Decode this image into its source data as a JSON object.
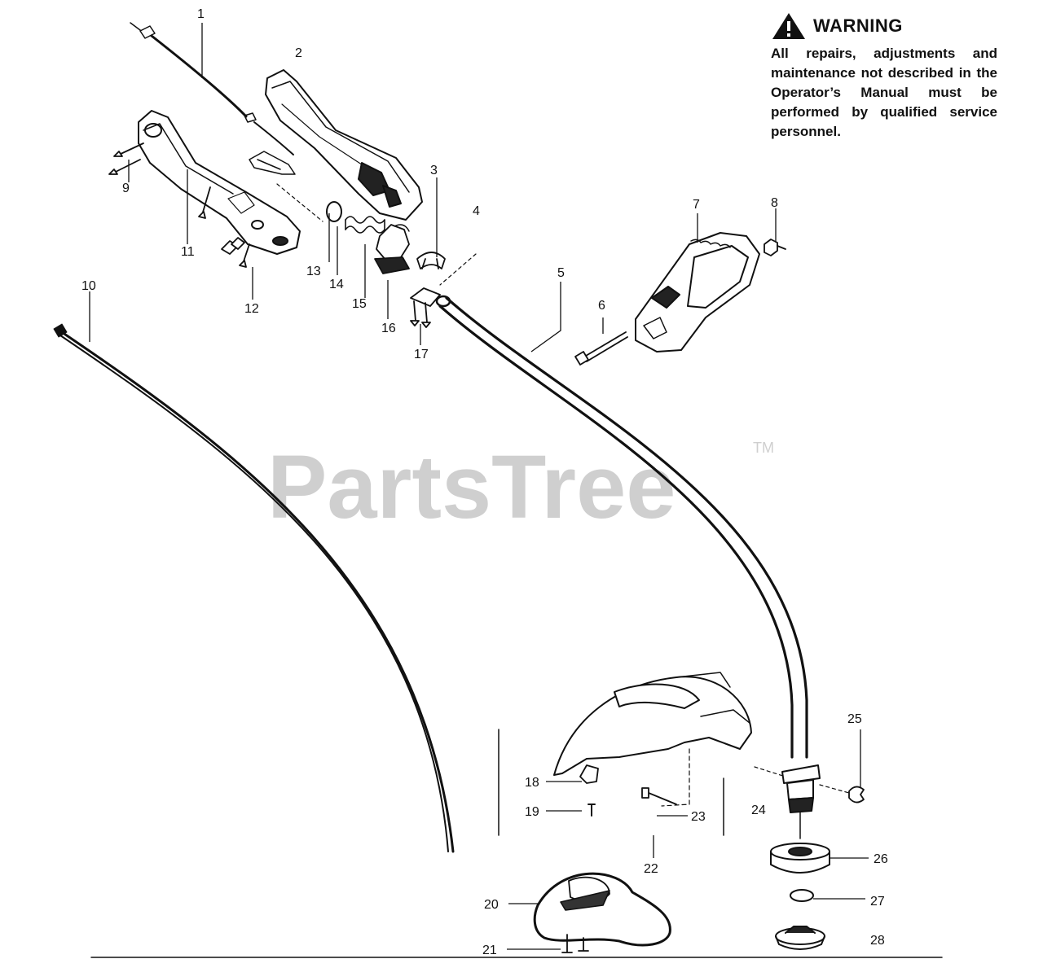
{
  "watermark": {
    "text": "PartsTree",
    "trademark": "TM"
  },
  "warning": {
    "title": "WARNING",
    "icon": "warning-triangle-icon",
    "body": "All repairs, adjustments and maintenance not de­scribed in the Operator’s Manual must be performed by qualified service per­sonnel."
  },
  "callouts": [
    {
      "id": "c1",
      "text": "1"
    },
    {
      "id": "c2",
      "text": "2"
    },
    {
      "id": "c3",
      "text": "3"
    },
    {
      "id": "c4",
      "text": "4"
    },
    {
      "id": "c5",
      "text": "5"
    },
    {
      "id": "c6",
      "text": "6"
    },
    {
      "id": "c7",
      "text": "7"
    },
    {
      "id": "c8",
      "text": "8"
    },
    {
      "id": "c9",
      "text": "9"
    },
    {
      "id": "c10",
      "text": "10"
    },
    {
      "id": "c11",
      "text": "11"
    },
    {
      "id": "c12",
      "text": "12"
    },
    {
      "id": "c13",
      "text": "13"
    },
    {
      "id": "c14",
      "text": "14"
    },
    {
      "id": "c15",
      "text": "15"
    },
    {
      "id": "c16",
      "text": "16"
    },
    {
      "id": "c17",
      "text": "17"
    },
    {
      "id": "c18",
      "text": "18"
    },
    {
      "id": "c19",
      "text": "19"
    },
    {
      "id": "c20",
      "text": "20"
    },
    {
      "id": "c21",
      "text": "21"
    },
    {
      "id": "c22",
      "text": "22"
    },
    {
      "id": "c23",
      "text": "23"
    },
    {
      "id": "c24",
      "text": "24"
    },
    {
      "id": "c25",
      "text": "25"
    },
    {
      "id": "c26",
      "text": "26"
    },
    {
      "id": "c27",
      "text": "27"
    },
    {
      "id": "c28",
      "text": "28"
    }
  ]
}
